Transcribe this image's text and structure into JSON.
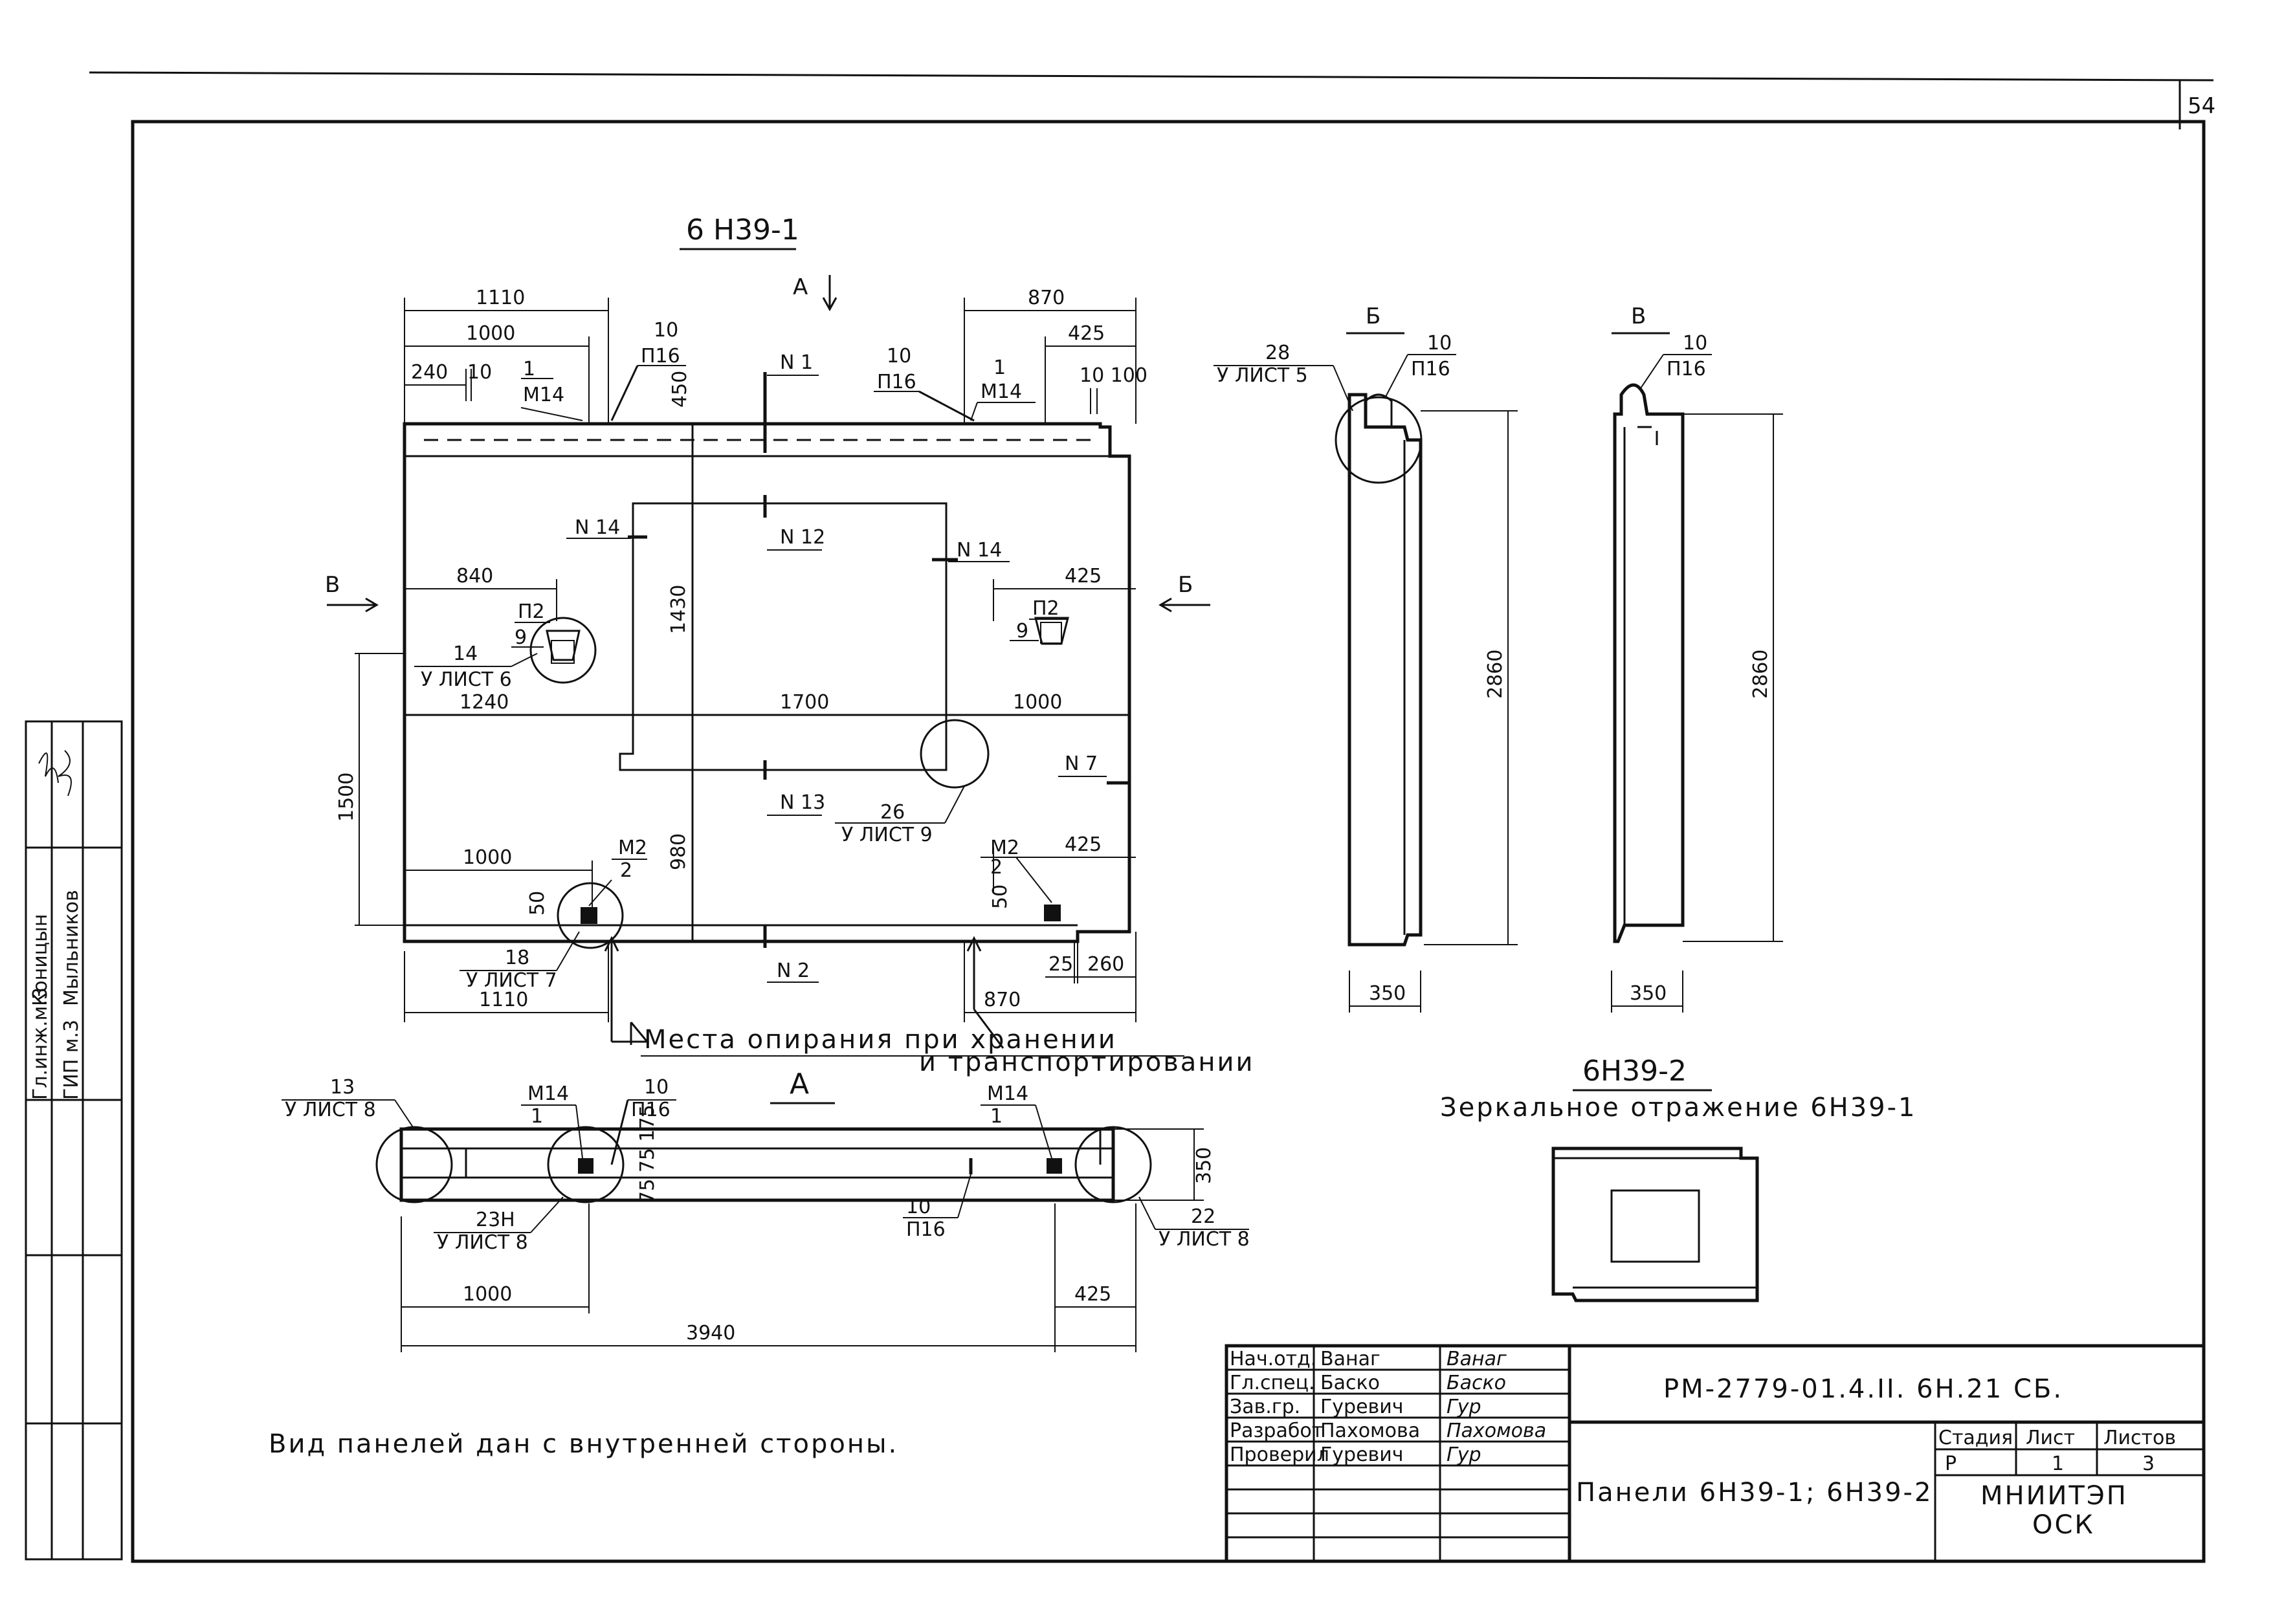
{
  "sheet": {
    "page_number": "54"
  },
  "main_view": {
    "title": "6 Н39-1",
    "section_a_marker": "А",
    "view_b_left": "В",
    "view_b_right": "Б",
    "dims": {
      "d1110_top": "1110",
      "d1000_top": "1000",
      "d240": "240",
      "d10a": "10",
      "d870_top": "870",
      "d425_top": "425",
      "d10_100": "10 100",
      "d450": "450",
      "d1430": "1430",
      "d840": "840",
      "d425_mid": "425",
      "d1240": "1240",
      "d1700": "1700",
      "d1000_mid": "1000",
      "d1500": "1500",
      "d980": "980",
      "d1000_bot": "1000",
      "d425_bot": "425",
      "d50_left": "50",
      "d50_right": "50",
      "d25": "25",
      "d260": "260",
      "d1110_bot": "1110",
      "d870_bot": "870"
    },
    "callouts": {
      "c10_p16_left": "10",
      "p16_left": "П16",
      "c1_m14_left": "1",
      "m14_left": "М14",
      "c10_p16_right": "10",
      "p16_right": "П16",
      "c1_m14_right": "1",
      "m14_right": "М14",
      "n1": "N 1",
      "n2": "N 2",
      "n7": "N 7",
      "n12": "N 12",
      "n13": "N 13",
      "n14_left": "N 14",
      "n14_right": "N 14",
      "p2_left": "П2",
      "n9_left": "9",
      "p2_right": "П2",
      "n9_right": "9",
      "c14": "14",
      "sheet6": "У ЛИСТ 6",
      "c26": "26",
      "sheet9": "У ЛИСТ 9",
      "m2_left": "М2",
      "c2_left": "2",
      "m2_right": "М2",
      "c2_right": "2",
      "c18": "18",
      "sheet7": "У ЛИСТ 7"
    },
    "support_note_line1": "Места опирания при хранении",
    "support_note_line2": "и транспортировании"
  },
  "section_a": {
    "title": "А",
    "c13": "13",
    "sheet8_a": "У ЛИСТ 8",
    "m14_left": "М14",
    "c1_left": "1",
    "c10": "10",
    "p16_top": "П16",
    "m14_right": "М14",
    "c1_right": "1",
    "c23n": "23Н",
    "sheet8_b": "У ЛИСТ 8",
    "c10_b": "10",
    "p16_bot": "П16",
    "c22": "22",
    "sheet8_c": "У ЛИСТ 8",
    "d350": "350",
    "d1000": "1000",
    "d425": "425",
    "d3940": "3940",
    "small_dims": "75 75 175"
  },
  "view_b": {
    "title": "Б",
    "c28": "28",
    "sheet5": "У ЛИСТ 5",
    "c10": "10",
    "p16": "П16",
    "d2860": "2860",
    "d350": "350"
  },
  "view_v": {
    "title": "В",
    "c10": "10",
    "p16": "П16",
    "d2860": "2860",
    "d350": "350"
  },
  "mirror": {
    "title": "6Н39-2",
    "subtitle": "Зеркальное отражение 6Н39-1"
  },
  "inner_side_note": "Вид панелей дан с внутренней стороны.",
  "left_stamp": {
    "row1_role": "Гл.инж.м.3",
    "row1_name": "Коницын",
    "row2_role": "ГИП м.3",
    "row2_name": "Мыльников"
  },
  "title_block": {
    "rows": [
      {
        "role": "Нач.отд.",
        "name": "Ванаг",
        "signature": "Ванаг"
      },
      {
        "role": "Гл.спец.",
        "name": "Баско",
        "signature": "Баско"
      },
      {
        "role": "Зав.гр.",
        "name": "Гуревич",
        "signature": "Гур"
      },
      {
        "role": "Разработ",
        "name": "Пахомова",
        "signature": "Пахомова"
      },
      {
        "role": "Проверил",
        "name": "Гуревич",
        "signature": "Гур"
      }
    ],
    "document_code": "РМ-2779-01.4.II. 6Н.21 СБ.",
    "drawing_title": "Панели 6Н39-1; 6Н39-2",
    "stage_label": "Стадия",
    "sheet_label": "Лист",
    "sheets_label": "Листов",
    "stage": "Р",
    "sheet": "1",
    "sheets": "3",
    "org_line1": "МНИИТЭП",
    "org_line2": "ОСК"
  }
}
